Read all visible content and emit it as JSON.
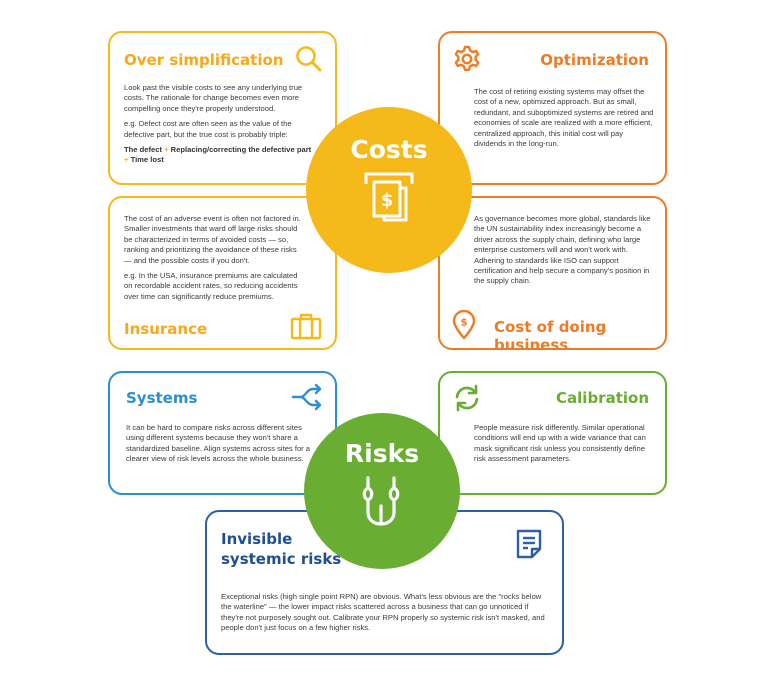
{
  "colors": {
    "yellow": "#f6b91a",
    "orange": "#ef7b25",
    "blue": "#2b8fd2",
    "green": "#69ad32",
    "navy": "#2b5fa8",
    "dark_blue_title": "#1f4f92"
  },
  "costs": {
    "label": "Costs",
    "icon": "dollar-bill-icon"
  },
  "risks": {
    "label": "Risks",
    "icon": "rope-icon"
  },
  "cards": {
    "over_simplification": {
      "title": "Over simplification",
      "icon": "search-icon",
      "p1": "Look past the visible costs to see any underlying true costs. The rationale for change becomes even more compelling once they're properly understood.",
      "p2": "e.g. Defect cost are often seen as the value of the defective part, but the true cost is probably triple:",
      "bold1": "The defect",
      "bold2": "Replacing/correcting the defective part",
      "bold3": "Time lost",
      "plus": "+"
    },
    "optimization": {
      "title": "Optimization",
      "icon": "gear-icon",
      "p1": "The cost of retiring existing systems may offset the cost of a new, optimized approach. But as small, redundant, and suboptimized systems are retired and economies of scale are realized with a more efficient, centralized approach, this initial cost will pay dividends in the long-run."
    },
    "insurance": {
      "title": "Insurance",
      "icon": "briefcase-icon",
      "p1": "The cost of an adverse event is often not factored in. Smaller investments that ward off large risks should be characterized in terms of avoided costs — so, ranking and prioritizing the avoidance of these risks — and the possible costs if you don't.",
      "p2": "e.g. In the USA, insurance premiums are calculated on recordable accident rates, so reducing accidents over time can significantly reduce premiums."
    },
    "cost_of_doing_business": {
      "title": "Cost of doing business",
      "icon": "location-dollar-icon",
      "p1": "As governance becomes more global, standards like the UN sustainability index increasingly become a driver across the supply chain, defining who large enterprise customers will and won't work with. Adhering to standards like ISO can support certification and help secure a company's position in the supply chain."
    },
    "systems": {
      "title": "Systems",
      "icon": "merge-arrows-icon",
      "p1": "It can be hard to compare risks across different sites using different systems because they won't share a standardized baseline. Align systems across sites for a clearer view of risk levels across the whole business."
    },
    "calibration": {
      "title": "Calibration",
      "icon": "refresh-icon",
      "p1": "People measure risk differently. Similar operational conditions will end up with a wide variance that can mask significant risk unless you consistently define risk assessment parameters."
    },
    "invisible": {
      "title_line1": "Invisible",
      "title_line2": "systemic risks",
      "icon": "document-icon",
      "p1": "Exceptional risks (high single point RPN) are obvious. What's less obvious are the \"rocks below the waterline\" — the lower impact risks scattered across a business that can go unnoticed if they're not purposely sought out. Calibrate your RPN properly so systemic risk isn't masked, and people don't just focus on a few higher risks."
    }
  }
}
